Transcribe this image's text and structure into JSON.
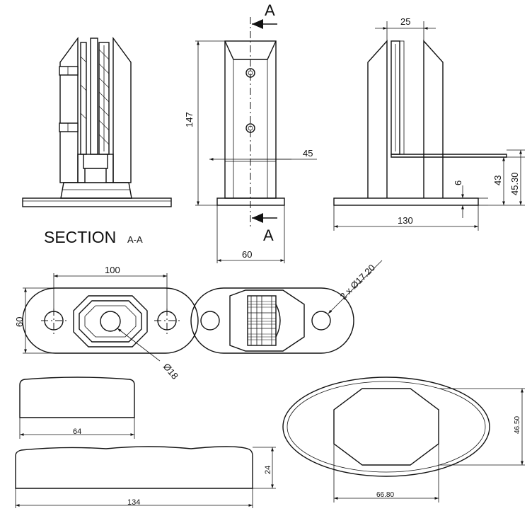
{
  "section_view": {
    "title": "SECTION",
    "title_suffix": "A-A"
  },
  "front_view": {
    "section_marker_top": "A",
    "section_marker_bottom": "A",
    "dim_height": "147",
    "dim_hole_offset": "45",
    "dim_base_width": "60"
  },
  "side_view": {
    "dim_slot_width": "25",
    "dim_base_length": "130",
    "dim_plate_thickness": "6",
    "dim_clamp_height_1": "43",
    "dim_clamp_height_2": "45.30"
  },
  "top_view_left": {
    "dim_hole_spacing": "100",
    "dim_width": "60",
    "dim_center_hole": "Ø18"
  },
  "top_view_right": {
    "dim_mounting_holes": "2 x Ø17.20"
  },
  "cover_views": {
    "dim_side_width": "64",
    "dim_front_length": "134",
    "dim_front_height": "24",
    "dim_oval_height": "46.50",
    "dim_inner_width": "66.80"
  }
}
